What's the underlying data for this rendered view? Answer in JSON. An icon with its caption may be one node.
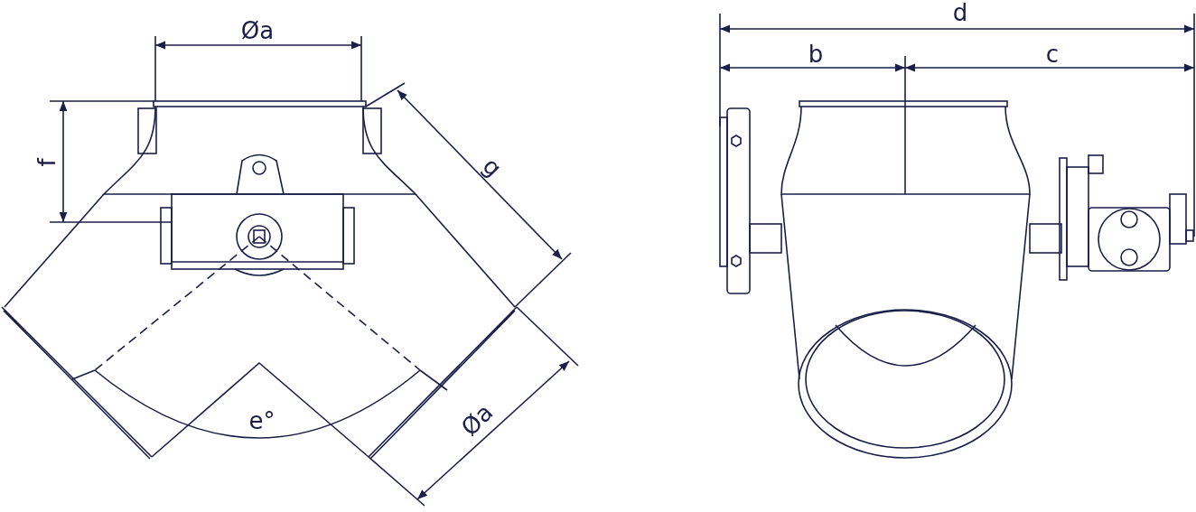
{
  "diagram": {
    "labels": [
      "Øa",
      "d",
      "b",
      "c",
      "f",
      "g",
      "e°",
      "Øa"
    ]
  }
}
